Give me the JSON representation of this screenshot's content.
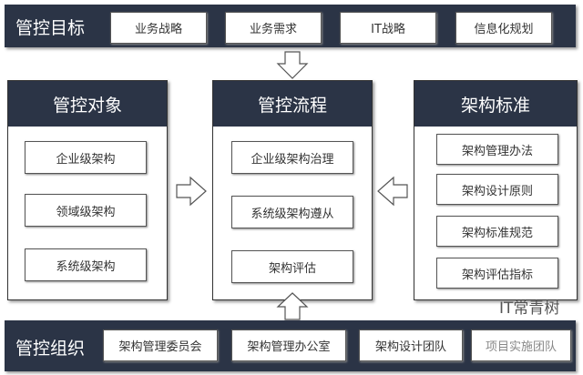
{
  "goals": {
    "title": "管控目标",
    "items": [
      "业务战略",
      "业务需求",
      "IT战略",
      "信息化规划"
    ]
  },
  "objects": {
    "title": "管控对象",
    "items": [
      "企业级架构",
      "领域级架构",
      "系统级架构"
    ]
  },
  "process": {
    "title": "管控流程",
    "items": [
      "企业级架构治理",
      "系统级架构遵从",
      "架构评估"
    ]
  },
  "standards": {
    "title": "架构标准",
    "items": [
      "架构管理办法",
      "架构设计原则",
      "架构标准规范",
      "架构评估指标"
    ]
  },
  "org": {
    "title": "管控组织",
    "items": [
      "架构管理委员会",
      "架构管理办公室",
      "架构设计团队",
      "项目实施团队"
    ]
  },
  "watermark": "IT常青树",
  "colors": {
    "dark": "#2b3446"
  }
}
